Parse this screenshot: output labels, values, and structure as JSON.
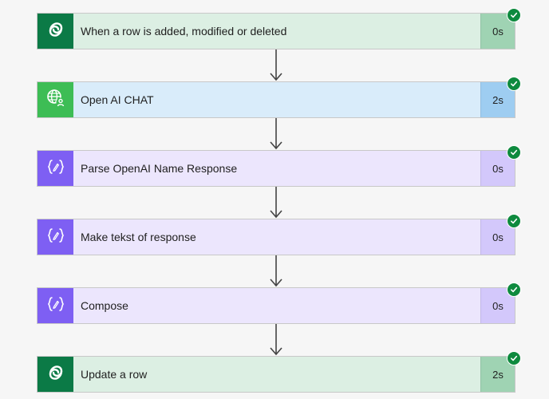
{
  "flow": {
    "steps": [
      {
        "label": "When a row is added, modified or deleted",
        "duration": "0s",
        "icon": "dataverse-icon",
        "theme": "dataverse"
      },
      {
        "label": "Open AI CHAT",
        "duration": "2s",
        "icon": "globe-user-icon",
        "theme": "http"
      },
      {
        "label": "Parse OpenAI Name Response",
        "duration": "0s",
        "icon": "data-operation-icon",
        "theme": "data"
      },
      {
        "label": "Make tekst of response",
        "duration": "0s",
        "icon": "data-operation-icon",
        "theme": "data"
      },
      {
        "label": "Compose",
        "duration": "0s",
        "icon": "data-operation-icon",
        "theme": "data"
      },
      {
        "label": "Update a row",
        "duration": "2s",
        "icon": "dataverse-icon",
        "theme": "dataverse"
      }
    ]
  },
  "themes": {
    "dataverse": {
      "icon_bg": "#0b7a46",
      "card_bg": "#dcefe3",
      "duration_bg": "#9fd3b3"
    },
    "http": {
      "icon_bg": "#3dbd55",
      "card_bg": "#d9ecfa",
      "duration_bg": "#9ecdf1"
    },
    "data": {
      "icon_bg": "#7e5ff3",
      "card_bg": "#ece6fd",
      "duration_bg": "#d3c8fb"
    }
  },
  "status_color": "#0e8a3e",
  "icons": {
    "success": "check-icon",
    "connector": "arrow-down-icon"
  }
}
